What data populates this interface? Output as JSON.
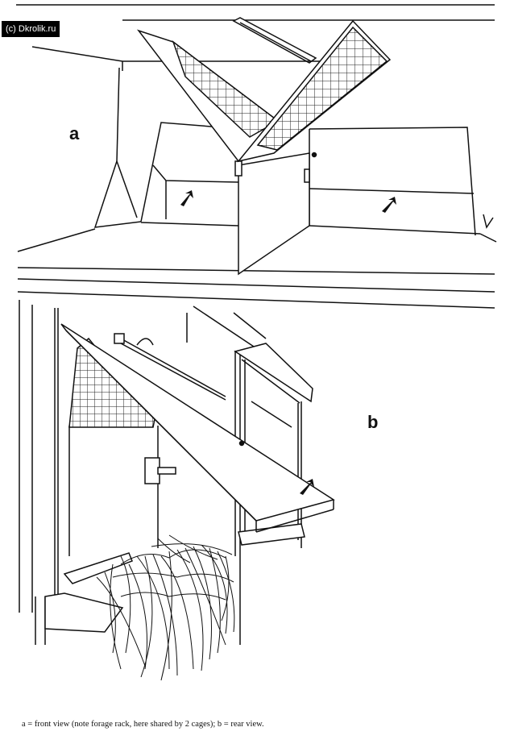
{
  "watermark": "(c) Dkrolik.ru",
  "panel_a": {
    "label": "a"
  },
  "panel_b": {
    "label": "b"
  },
  "caption": "a = front view (note forage rack, here shared by 2 cages); b = rear view."
}
